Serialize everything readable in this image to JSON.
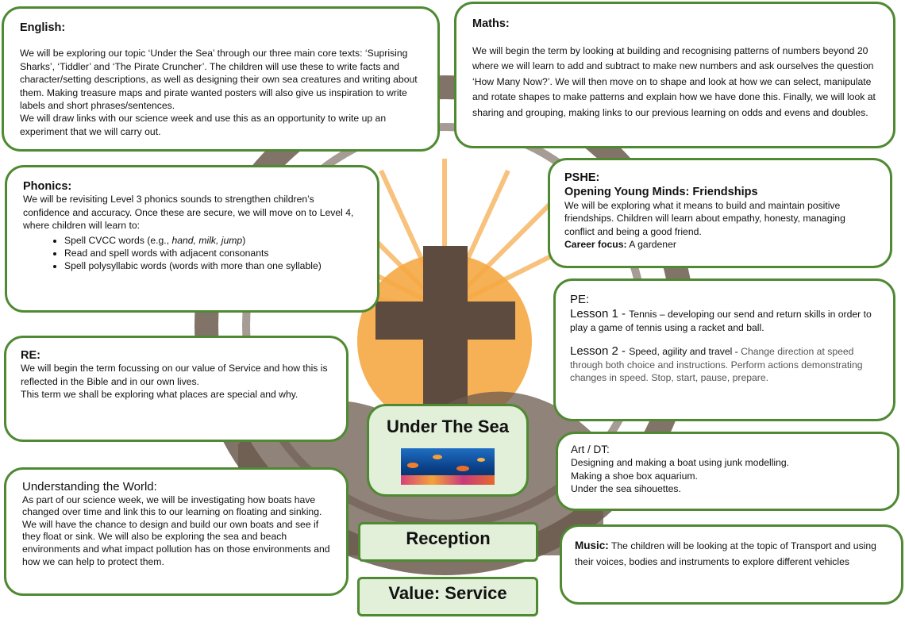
{
  "english": {
    "heading": "English:",
    "para1": "We will be exploring our topic ‘Under the Sea’ through our three main core texts: ‘Suprising Sharks’, ‘Tiddler’ and ‘The Pirate Cruncher’. The children will use these to write facts and character/setting descriptions, as well as designing their own sea creatures and writing about them. Making treasure maps and pirate wanted posters will also give us inspiration to write labels and short phrases/sentences.",
    "para2": "We will draw links with our science week and use this as an opportunity to write up an experiment that we will carry out."
  },
  "maths": {
    "heading": "Maths:",
    "para": "We will begin the term by looking at building and recognising patterns of numbers beyond 20 where we will learn to add and subtract to make new numbers and ask ourselves the question ‘How Many Now?’. We will then move on to shape and look at how we can select, manipulate and rotate shapes to make patterns and explain how we have done this. Finally, we will look at sharing and grouping, making links to our previous learning on odds and evens and doubles."
  },
  "phonics": {
    "heading": "Phonics:",
    "intro": "We will be revisiting Level 3 phonics sounds to strengthen children’s confidence and accuracy. Once these are secure, we will move on to Level 4, where children will learn to:",
    "bullet1_text": "Spell CVCC words (e.g., ",
    "bullet1_examples": "hand, milk, jump",
    "bullet1_close": ")",
    "bullet2": "Read and spell words with adjacent consonants",
    "bullet3": "Spell polysyllabic words (words with more than one syllable)"
  },
  "pshe": {
    "heading": "PSHE:",
    "subheading": "Opening Young Minds: Friendships",
    "para": "We will be exploring what it means to build and maintain positive friendships.  Children will learn about empathy, honesty, managing conflict and being a good friend.",
    "career_label": "Career focus:",
    "career_value": " A gardener"
  },
  "pe": {
    "heading": "PE:",
    "lesson1_label": "Lesson 1 - ",
    "lesson1_text": "Tennis – developing our send and return skills in order to play a game of tennis using a racket and ball.",
    "lesson2_label": "Lesson 2 - ",
    "lesson2_title": "Speed, agility and travel - ",
    "lesson2_text": "Change direction at speed through both choice and instructions. Perform actions demonstrating changes in speed. Stop, start, pause, prepare."
  },
  "re": {
    "heading": "RE:",
    "para1": "We will begin the term focussing on our value of Service and how this is reflected in the Bible and in our own lives.",
    "para2": "This term we shall be exploring what places are special and why."
  },
  "center": {
    "topic": "Under The Sea",
    "class": "Reception",
    "value": "Value: Service"
  },
  "art": {
    "heading": "Art / DT:",
    "line1": "Designing and making a boat using junk modelling.",
    "line2": "Making a shoe box aquarium.",
    "line3": "Under the sea sihouettes."
  },
  "utw": {
    "heading": "Understanding the World:",
    "para": "As part of our science week, we will be investigating how boats have changed over time and link this to our learning on floating and sinking. We will have the chance to design and build our own boats and see if they float or sink. We will also be exploring the sea and beach environments and what impact pollution has on those environments and how we can help to protect them."
  },
  "music": {
    "heading": "Music:",
    "para": " The children will be looking at the topic of Transport and using their voices, bodies and instruments to explore different vehicles"
  },
  "colors": {
    "border": "#4f8a33",
    "fill_green": "#e2efd9",
    "logo_brown": "#5e4b3f",
    "sun": "#f5a844"
  },
  "icons": [
    "cross-logo",
    "sea-image"
  ]
}
